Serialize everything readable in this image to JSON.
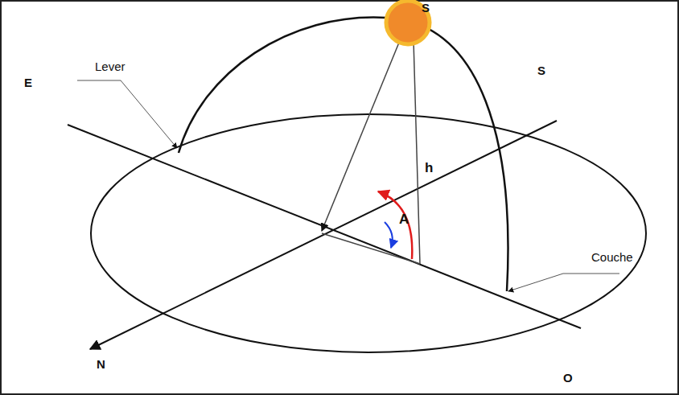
{
  "diagram": {
    "labels": [
      "S",
      "E",
      "Lever",
      "S",
      "h",
      "A",
      "Couche",
      "N",
      "O"
    ]
  }
}
